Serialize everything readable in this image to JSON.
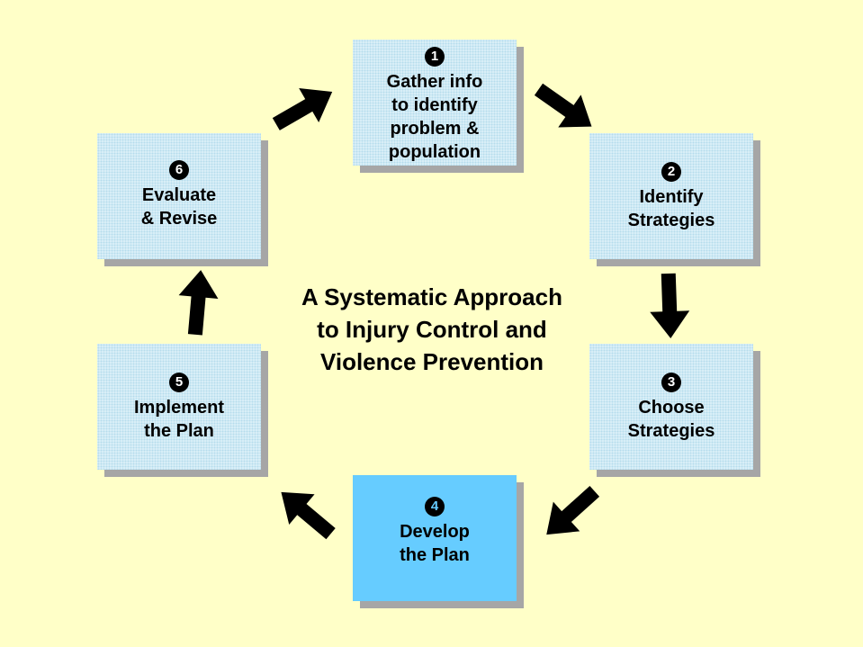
{
  "title": "A Systematic Approach\nto Injury Control and\nViolence Prevention",
  "steps": [
    {
      "number": "1",
      "label": "Gather info\nto identify\nproblem &\npopulation"
    },
    {
      "number": "2",
      "label": "Identify\nStrategies"
    },
    {
      "number": "3",
      "label": "Choose\nStrategies"
    },
    {
      "number": "4",
      "label": "Develop\nthe Plan"
    },
    {
      "number": "5",
      "label": "Implement\nthe Plan"
    },
    {
      "number": "6",
      "label": "Evaluate\n& Revise"
    }
  ],
  "colors": {
    "background": "#ffffc8",
    "box": "#dcf0f8",
    "active_box": "#66ccff",
    "shadow": "#a6a6a6",
    "arrow": "#000000"
  }
}
